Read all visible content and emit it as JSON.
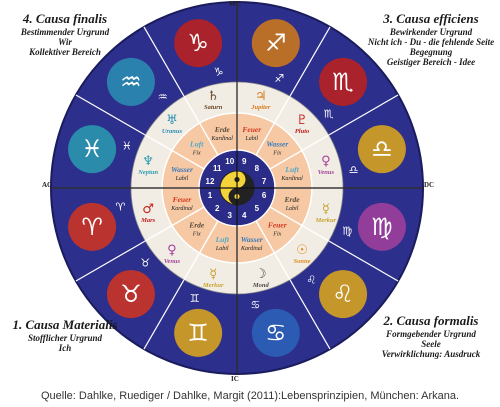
{
  "causa_tl": {
    "title": "4.  Causa finalis",
    "lines": [
      "Bestimmender Urgrund",
      "Wir",
      "Kollektiver Bereich"
    ]
  },
  "causa_tr": {
    "title": "3.  Causa efficiens",
    "lines": [
      "Bewirkender Urgrund",
      "Nicht ich - Du - die fehlende Seite",
      "Begegnung",
      "Geistiger Bereich - Idee"
    ]
  },
  "causa_bl": {
    "title": "1. Causa Materialis",
    "lines": [
      "Stofflicher Urgrund",
      "Ich"
    ]
  },
  "causa_br": {
    "title": "2.  Causa formalis",
    "lines": [
      "Formgebender Urgrund",
      "Seele",
      "Verwirklichung: Ausdruck"
    ]
  },
  "axes": {
    "top": "MC",
    "bottom": "IC",
    "left": "AC",
    "right": "DC"
  },
  "caption": "Quelle: Dahlke, Ruediger / Dahlke, Margit (2011):Lebensprinzipien, München: Arkana.",
  "colors": {
    "outer": "#2c2f8c",
    "ring": "#f2ede4",
    "peach": "#f6c9a4",
    "center": "#2a2c87"
  },
  "signs": [
    {
      "icon": "aries-ram-icon",
      "glyph": "♈",
      "color": "#d4341e"
    },
    {
      "icon": "taurus-bull-icon",
      "glyph": "♉",
      "color": "#d4341e"
    },
    {
      "icon": "gemini-twins-icon",
      "glyph": "♊",
      "color": "#e0a818"
    },
    {
      "icon": "cancer-crab-icon",
      "glyph": "♋",
      "color": "#2b63b8"
    },
    {
      "icon": "leo-lion-icon",
      "glyph": "♌",
      "color": "#e0a818"
    },
    {
      "icon": "virgo-maiden-icon",
      "glyph": "♍",
      "color": "#a43f9c"
    },
    {
      "icon": "libra-scales-icon",
      "glyph": "♎",
      "color": "#e0a818"
    },
    {
      "icon": "scorpio-scorpion-icon",
      "glyph": "♏",
      "color": "#c0201b"
    },
    {
      "icon": "sagittarius-centaur-icon",
      "glyph": "♐",
      "color": "#d47a18"
    },
    {
      "icon": "capricorn-goat-icon",
      "glyph": "♑",
      "color": "#c0201b"
    },
    {
      "icon": "aquarius-bearer-icon",
      "glyph": "♒",
      "color": "#2b8fb4"
    },
    {
      "icon": "pisces-fish-icon",
      "glyph": "♓",
      "color": "#2a9bb0"
    }
  ],
  "planets": [
    {
      "name": "Mars",
      "glyph": "♂",
      "color": "#c0201b"
    },
    {
      "name": "Venus",
      "glyph": "♀",
      "color": "#a43f9c"
    },
    {
      "name": "Merkur",
      "glyph": "☿",
      "color": "#c8a030"
    },
    {
      "name": "Mond",
      "glyph": "☽",
      "color": "#4a4a4a"
    },
    {
      "name": "Sonne",
      "glyph": "☉",
      "color": "#e08a18"
    },
    {
      "name": "Merkur",
      "glyph": "☿",
      "color": "#c8a030"
    },
    {
      "name": "Venus",
      "glyph": "♀",
      "color": "#a43f9c"
    },
    {
      "name": "Pluto",
      "glyph": "♇",
      "color": "#c0201b"
    },
    {
      "name": "Jupiter",
      "glyph": "♃",
      "color": "#d47a18"
    },
    {
      "name": "Saturn",
      "glyph": "♄",
      "color": "#6b4a2a"
    },
    {
      "name": "Uranus",
      "glyph": "♅",
      "color": "#2b8fb4"
    },
    {
      "name": "Neptun",
      "glyph": "♆",
      "color": "#2a9bb0"
    }
  ],
  "elements": [
    {
      "el": "Feuer",
      "mode": "Kardinal",
      "color": "#d4341e"
    },
    {
      "el": "Erde",
      "mode": "Fix",
      "color": "#5a4a3a"
    },
    {
      "el": "Luft",
      "mode": "Labil",
      "color": "#4aa8c8"
    },
    {
      "el": "Wasser",
      "mode": "Kardinal",
      "color": "#3a78b8"
    },
    {
      "el": "Feuer",
      "mode": "Fix",
      "color": "#d4341e"
    },
    {
      "el": "Erde",
      "mode": "Labil",
      "color": "#5a4a3a"
    },
    {
      "el": "Luft",
      "mode": "Kardinal",
      "color": "#4aa8c8"
    },
    {
      "el": "Wasser",
      "mode": "Fix",
      "color": "#3a78b8"
    },
    {
      "el": "Feuer",
      "mode": "Labil",
      "color": "#d4341e"
    },
    {
      "el": "Erde",
      "mode": "Kardinal",
      "color": "#5a4a3a"
    },
    {
      "el": "Luft",
      "mode": "Fix",
      "color": "#4aa8c8"
    },
    {
      "el": "Wasser",
      "mode": "Labil",
      "color": "#3a78b8"
    }
  ],
  "numbers": [
    "1",
    "2",
    "3",
    "4",
    "5",
    "6",
    "7",
    "8",
    "9",
    "10",
    "11",
    "12"
  ]
}
